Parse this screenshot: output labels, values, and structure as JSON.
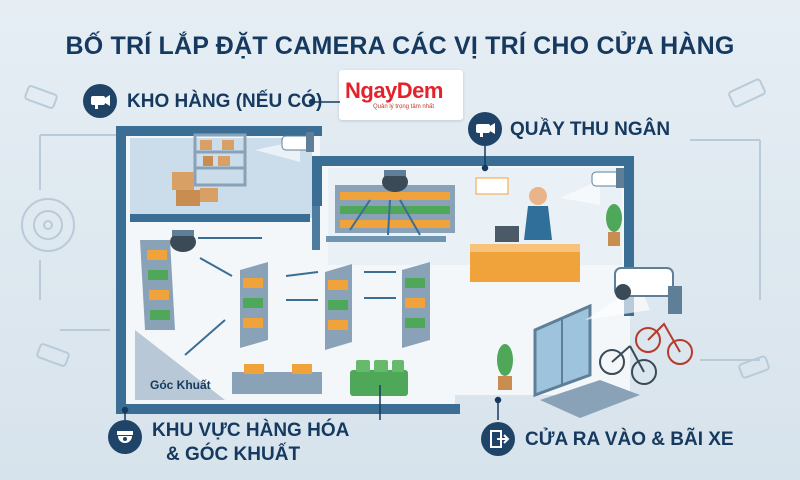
{
  "title": "BỐ TRÍ LẮP ĐẶT CAMERA CÁC VỊ TRÍ CHO CỬA HÀNG",
  "logo": {
    "brand": "NgayDem",
    "tagline": "Quản lý trọng tâm nhất"
  },
  "zones": {
    "warehouse": "KHO HÀNG (NẾU CÓ)",
    "cashier": "QUẦY THU NGÂN",
    "goods_line1": "KHU VỰC HÀNG HÓA",
    "goods_line2": "& GÓC KHUẤT",
    "entrance": "CỬA RA VÀO & BÃI XE",
    "blind_spot": "Góc Khuất"
  },
  "icons": [
    "camera-icon",
    "dome-camera-icon",
    "exit-door-icon"
  ],
  "colors": {
    "navy": "#1f4468",
    "title": "#163a5f",
    "wall": "#3b6e94",
    "floor": "#f4f7fa",
    "accent_orange": "#f0a33a",
    "green": "#4fa85a"
  }
}
